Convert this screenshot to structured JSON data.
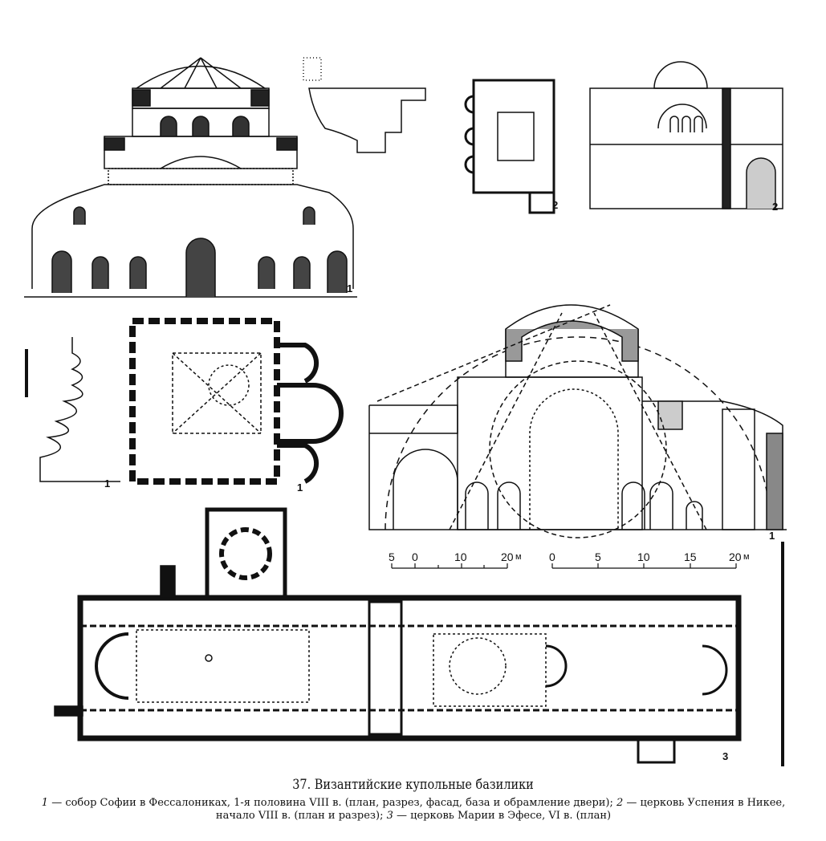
{
  "figure": {
    "title": "37. Византийские купольные базилики",
    "caption_num_1": "1",
    "caption_text_1": " — собор Софии в Фессалониках, 1-я половина VIII в. (план, разрез, фасад, база и обрамление двери); ",
    "caption_num_2": "2",
    "caption_text_2": " — церковь Успения в Никее, начало VIII в. (план и разрез); ",
    "caption_num_3": "3",
    "caption_text_3": " — церковь Марии в Эфесе, VI в. (план)"
  },
  "drawing_labels": {
    "facade": "1",
    "plan_2": "2",
    "section_2": "2",
    "base": "1",
    "plan_1": "1",
    "section_1": "1",
    "plan_3": "3"
  },
  "scale_bars": [
    {
      "ticks": [
        "5",
        "0",
        "10",
        "20"
      ],
      "unit": "м"
    },
    {
      "ticks": [
        "0",
        "5",
        "10",
        "15",
        "20"
      ],
      "unit": "м"
    }
  ]
}
